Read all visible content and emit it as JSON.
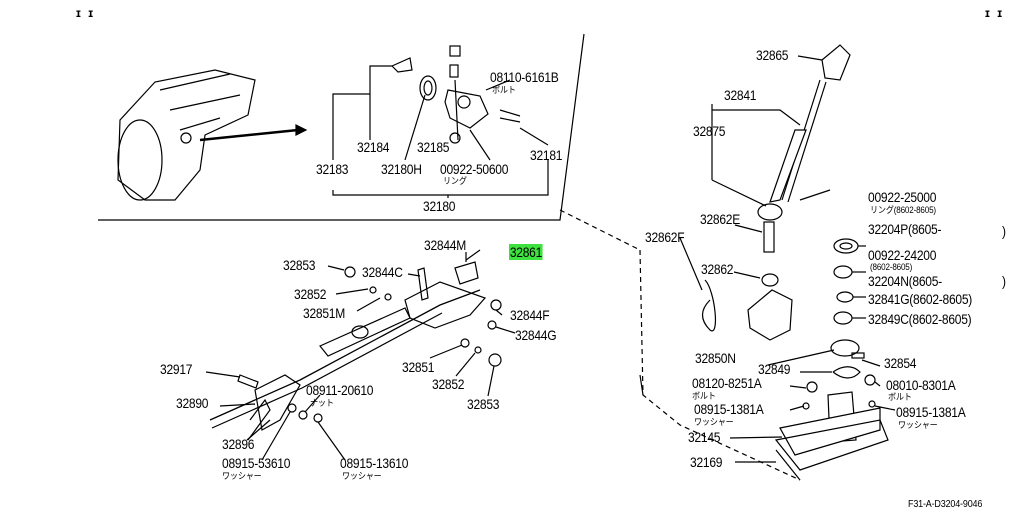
{
  "corners": {
    "top_left": "ɪ ɪ",
    "top_right": "ɪ ɪ"
  },
  "code": "F31-A-D3204-9046",
  "highlight_color": "#3ee23e",
  "labels": {
    "p32183": "32183",
    "p32184": "32184",
    "p32180h": "32180H",
    "p32185": "32185",
    "p00922_50600": "00922-50600",
    "p32181": "32181",
    "p08110_6161b": "08110-6161B",
    "p32180": "32180",
    "p32844m": "32844M",
    "p32861": "32861",
    "p32853a": "32853",
    "p32844c": "32844C",
    "p32852a": "32852",
    "p32851m": "32851M",
    "p32844f": "32844F",
    "p32844g": "32844G",
    "p32851": "32851",
    "p32852b": "32852",
    "p32853b": "32853",
    "p32917": "32917",
    "p32890": "32890",
    "p08911_20610": "08911-20610",
    "p32896": "32896",
    "p08915_53610": "08915-53610",
    "p08915_13610": "08915-13610",
    "p32865": "32865",
    "p32841": "32841",
    "p32875": "32875",
    "p32862e": "32862E",
    "p32862f": "32862F",
    "p32862": "32862",
    "p00922_25000": "00922-25000",
    "p32204p": "32204P(8605-",
    "p00922_24200": "00922-24200",
    "p32204n": "32204N(8605-",
    "p32841g": "32841G(8602-8605)",
    "p32849c": "32849C(8602-8605)",
    "p32850n": "32850N",
    "p32849": "32849",
    "p32854": "32854",
    "p08120_8251a": "08120-8251A",
    "p08010_8301a": "08010-8301A",
    "p08915_1381a_l": "08915-1381A",
    "p08915_1381a_r": "08915-1381A",
    "p32145": "32145",
    "p32169": "32169"
  },
  "small": {
    "bolt1": "ボルト",
    "ring1": "リング",
    "ring2": "リング(8602-8605)",
    "range2": "(8602-8605)",
    "bolt2": "ボルト",
    "bolt3": "ボルト",
    "washer1": "ワッシャー",
    "washer2": "ワッシャー",
    "nut": "ナット",
    "washer3": "ワッシャー",
    "washer4": "ワッシャー",
    "paren1": ")",
    "paren2": ")"
  }
}
